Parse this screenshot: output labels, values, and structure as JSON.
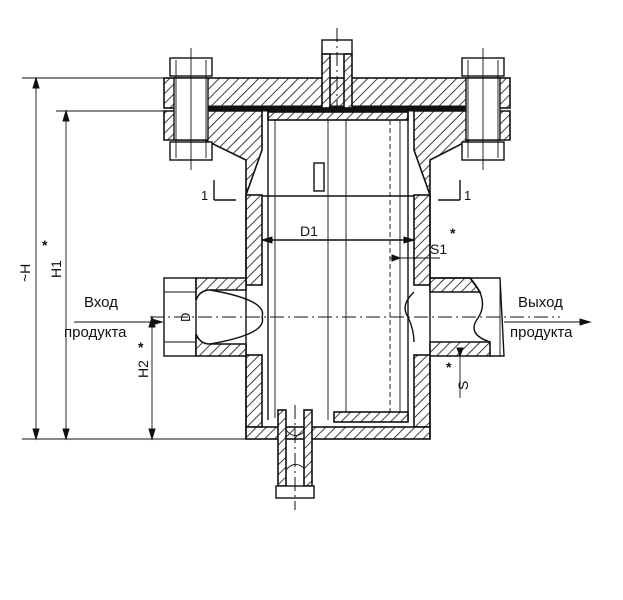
{
  "labels": {
    "dim_h": "~H",
    "dim_h1": "H1",
    "dim_h2": "H2",
    "star": "*",
    "dim_d1": "D1",
    "dim_s1": "S1",
    "dim_s": "S",
    "dim_d": "D",
    "section_mark": "1",
    "inlet_line1": "Вход",
    "inlet_line2": "продукта",
    "outlet_line1": "Выход",
    "outlet_line2": "продукта"
  }
}
